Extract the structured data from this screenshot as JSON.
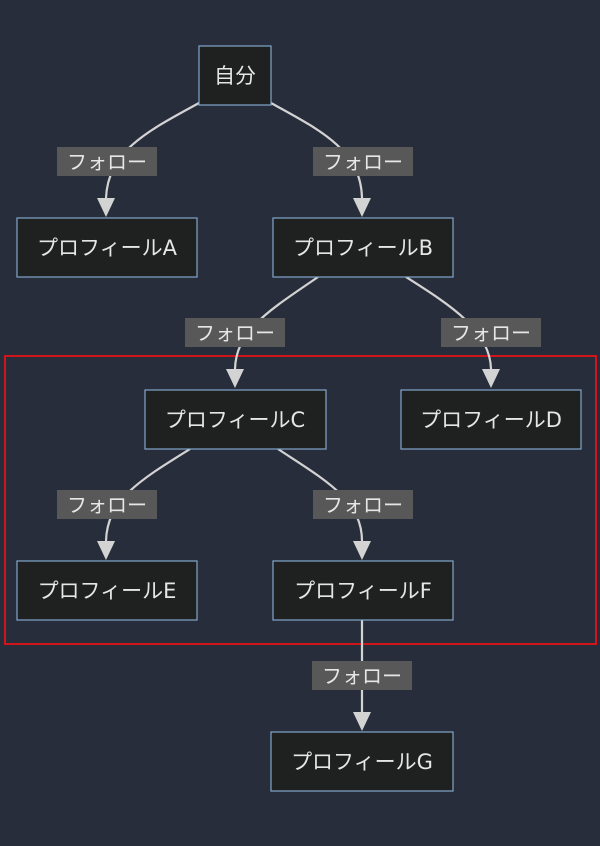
{
  "diagram": {
    "nodes": {
      "self": "自分",
      "a": "プロフィールA",
      "b": "プロフィールB",
      "c": "プロフィールC",
      "d": "プロフィールD",
      "e": "プロフィールE",
      "f": "プロフィールF",
      "g": "プロフィールG"
    },
    "edges": {
      "self_a": "フォロー",
      "self_b": "フォロー",
      "b_c": "フォロー",
      "b_d": "フォロー",
      "c_e": "フォロー",
      "c_f": "フォロー",
      "f_g": "フォロー"
    },
    "colors": {
      "background": "#282d3b",
      "node_fill": "#1f2020",
      "node_border": "#81a7cc",
      "edge": "#d3d3d3",
      "edge_label_bg": "#585858",
      "highlight": "#d0161a"
    }
  }
}
